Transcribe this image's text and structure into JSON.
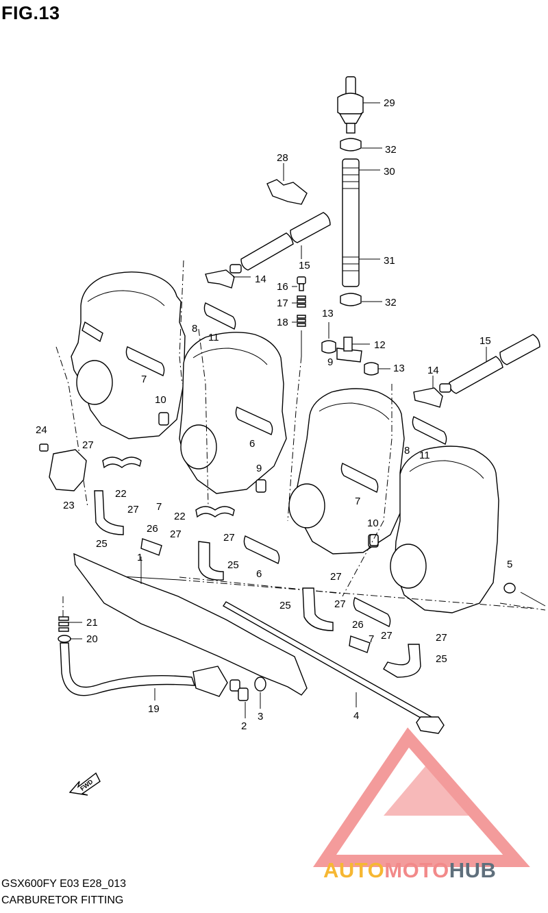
{
  "figure": {
    "title": "FIG.13"
  },
  "footer": {
    "model_code": "GSX600FY E03 E28_013",
    "section_name": "CARBURETOR FITTING"
  },
  "watermark": {
    "part1": "AUTO",
    "part2": "MOTO",
    "part3": "HUB",
    "colors": {
      "auto": "#f6b733",
      "moto": "#f28a8a",
      "hub": "#5f6f7c",
      "logo": "#f28a8a"
    }
  },
  "fwd_arrow": {
    "label": "FWD"
  },
  "callouts": [
    {
      "id": "c29",
      "n": "29"
    },
    {
      "id": "c32a",
      "n": "32"
    },
    {
      "id": "c30",
      "n": "30"
    },
    {
      "id": "c28",
      "n": "28"
    },
    {
      "id": "c31",
      "n": "31"
    },
    {
      "id": "c32b",
      "n": "32"
    },
    {
      "id": "c15a",
      "n": "15"
    },
    {
      "id": "c14a",
      "n": "14"
    },
    {
      "id": "c16",
      "n": "16"
    },
    {
      "id": "c17",
      "n": "17"
    },
    {
      "id": "c18",
      "n": "18"
    },
    {
      "id": "c13a",
      "n": "13"
    },
    {
      "id": "c12",
      "n": "12"
    },
    {
      "id": "c13b",
      "n": "13"
    },
    {
      "id": "c9a",
      "n": "9"
    },
    {
      "id": "c15b",
      "n": "15"
    },
    {
      "id": "c14b",
      "n": "14"
    },
    {
      "id": "c8a",
      "n": "8"
    },
    {
      "id": "c11a",
      "n": "11"
    },
    {
      "id": "c7a",
      "n": "7"
    },
    {
      "id": "c10a",
      "n": "10"
    },
    {
      "id": "c6a",
      "n": "6"
    },
    {
      "id": "c24",
      "n": "24"
    },
    {
      "id": "c27a",
      "n": "27"
    },
    {
      "id": "c22a",
      "n": "22"
    },
    {
      "id": "c23",
      "n": "23"
    },
    {
      "id": "c9b",
      "n": "9"
    },
    {
      "id": "c7b",
      "n": "7"
    },
    {
      "id": "c22b",
      "n": "22"
    },
    {
      "id": "c27b",
      "n": "27"
    },
    {
      "id": "c26a",
      "n": "26"
    },
    {
      "id": "c27c",
      "n": "27"
    },
    {
      "id": "c27d",
      "n": "27"
    },
    {
      "id": "c25a",
      "n": "25"
    },
    {
      "id": "c25b",
      "n": "25"
    },
    {
      "id": "c1",
      "n": "1"
    },
    {
      "id": "c6b",
      "n": "6"
    },
    {
      "id": "c27e",
      "n": "27"
    },
    {
      "id": "c8b",
      "n": "8"
    },
    {
      "id": "c11b",
      "n": "11"
    },
    {
      "id": "c7c",
      "n": "7"
    },
    {
      "id": "c10b",
      "n": "10"
    },
    {
      "id": "c5",
      "n": "5"
    },
    {
      "id": "c25c",
      "n": "25"
    },
    {
      "id": "c27f",
      "n": "27"
    },
    {
      "id": "c26b",
      "n": "26"
    },
    {
      "id": "c7d",
      "n": "7"
    },
    {
      "id": "c27g",
      "n": "27"
    },
    {
      "id": "c27h",
      "n": "27"
    },
    {
      "id": "c25d",
      "n": "25"
    },
    {
      "id": "c21",
      "n": "21"
    },
    {
      "id": "c20",
      "n": "20"
    },
    {
      "id": "c19",
      "n": "19"
    },
    {
      "id": "c2",
      "n": "2"
    },
    {
      "id": "c3",
      "n": "3"
    },
    {
      "id": "c4",
      "n": "4"
    }
  ]
}
